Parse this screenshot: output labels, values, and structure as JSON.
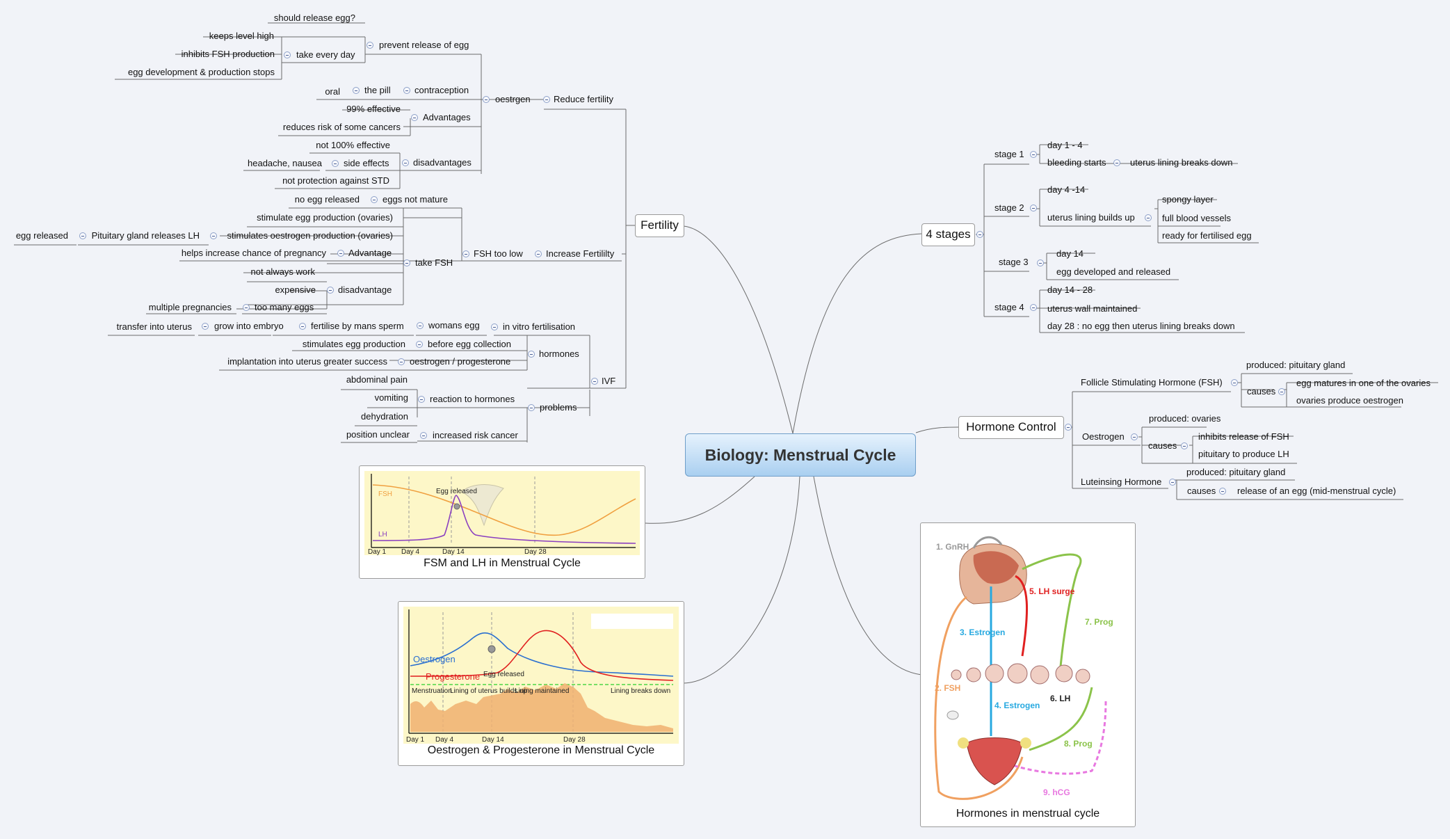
{
  "central": "Biology: Menstrual Cycle",
  "fertility": {
    "label": "Fertility",
    "reduce": {
      "label": "Reduce fertility",
      "oestrogen": "oestrgen",
      "prevent": "prevent release of egg",
      "should_release": "should release egg?",
      "take_every_day": "take every day",
      "keeps_level": "keeps level high",
      "inhibits_fsh": "inhibits FSH production",
      "egg_stops": "egg development & production stops",
      "contraception": "contraception",
      "the_pill": "the pill",
      "oral": "oral",
      "advantages": "Advantages",
      "effective": "99% effective",
      "reduces_risk": "reduces risk of some cancers",
      "disadvantages": "disadvantages",
      "not_100": "not 100% effective",
      "side_effects": "side effects",
      "headache": "headache, nausea",
      "no_std": "not protection against STD"
    },
    "increase": {
      "label": "Increase Fertililty",
      "fsh_low": "FSH too low",
      "eggs_not_mature": "eggs not mature",
      "no_egg": "no egg released",
      "take_fsh": "take FSH",
      "stimulate_egg": "stimulate egg production (ovaries)",
      "stimulates_oestrogen": "stimulates oestrogen production (ovaries)",
      "pituitary_lh": "Pituitary gland releases LH",
      "egg_released": "egg released",
      "advantage": "Advantage",
      "helps": "helps increase chance of pregnancy",
      "disadvantage": "disadvantage",
      "not_always": "not always work",
      "expensive": "expensive",
      "too_many": "too many eggs",
      "multiple": "multiple pregnancies"
    },
    "ivf": {
      "label": "IVF",
      "in_vitro": "in vitro fertilisation",
      "womans_egg": "womans egg",
      "fertilise": "fertilise by mans sperm",
      "embryo": "grow into embryo",
      "transfer": "transfer into uterus",
      "hormones": "hormones",
      "before": "before egg collection",
      "stimulates": "stimulates egg production",
      "oest_prog": "oestrogen / progesterone",
      "implantation": "implantation into uterus greater success",
      "problems": "problems",
      "reaction": "reaction to hormones",
      "abdominal": "abdominal pain",
      "vomiting": "vomiting",
      "dehydration": "dehydration",
      "cancer": "increased risk cancer",
      "position": "position unclear"
    }
  },
  "stages": {
    "label": "4 stages",
    "s1": "stage 1",
    "s1_day": "day 1 - 4",
    "s1_bleed": "bleeding starts",
    "s1_lining": "uterus lining breaks down",
    "s2": "stage 2",
    "s2_day": "day 4 -14",
    "s2_builds": "uterus lining builds up",
    "s2_spongy": "spongy layer",
    "s2_vessels": "full blood vessels",
    "s2_ready": "ready for fertilised egg",
    "s3": "stage 3",
    "s3_day": "day 14",
    "s3_egg": "egg developed and released",
    "s4": "stage 4",
    "s4_day": "day 14 - 28",
    "s4_wall": "uterus wall maintained",
    "s4_day28": "day 28 : no egg then uterus lining breaks down"
  },
  "hormone": {
    "label": "Hormone Control",
    "fsh": "Follicle Stimulating Hormone (FSH)",
    "fsh_produced": "produced: pituitary gland",
    "fsh_causes": "causes",
    "fsh_egg": "egg matures in one of the ovaries",
    "fsh_ovaries": "ovaries produce oestrogen",
    "oes": "Oestrogen",
    "oes_produced": "produced: ovaries",
    "oes_causes": "causes",
    "oes_inhibits": "inhibits release of FSH",
    "oes_pituitary": "pituitary to produce LH",
    "lh": "Luteinsing Hormone",
    "lh_produced": "produced: pituitary gland",
    "lh_causes": "causes",
    "lh_release": "release of an egg (mid-menstrual cycle)"
  },
  "images": {
    "fsh_lh": {
      "caption": "FSM and LH in Menstrual Cycle",
      "fsh": "FSH",
      "lh": "LH",
      "egg": "Egg released",
      "day1": "Day 1",
      "day4": "Day 4",
      "day14": "Day 14",
      "day28": "Day 28"
    },
    "oes_prog": {
      "caption": "Oestrogen & Progesterone in Menstrual Cycle",
      "oestrogen": "Oestrogen",
      "progesterone": "Progesterone",
      "egg": "Egg released",
      "menstruation": "Menstruation",
      "lining_up": "Lining of uterus builds up",
      "maintained": "Lining maintained",
      "breaks": "Lining breaks down",
      "day1": "Day 1",
      "day4": "Day 4",
      "day14": "Day 14",
      "day28": "Day 28"
    },
    "hormones": {
      "caption": "Hormones in menstrual cycle",
      "gnrh": "1. GnRH",
      "fsh": "2. FSH",
      "estrogen3": "3. Estrogen",
      "estrogen4": "4. Estrogen",
      "lh_surge": "5. LH surge",
      "lh": "6. LH",
      "prog7": "7. Prog",
      "prog8": "8. Prog",
      "hcg": "9. hCG"
    }
  },
  "colors": {
    "line": "#6b6b6b",
    "accent": "#4a6fb0",
    "fsh": "#f0a040",
    "lh": "#8a3fc0",
    "oestrogen": "#2a6fd0",
    "progesterone": "#e02020"
  }
}
